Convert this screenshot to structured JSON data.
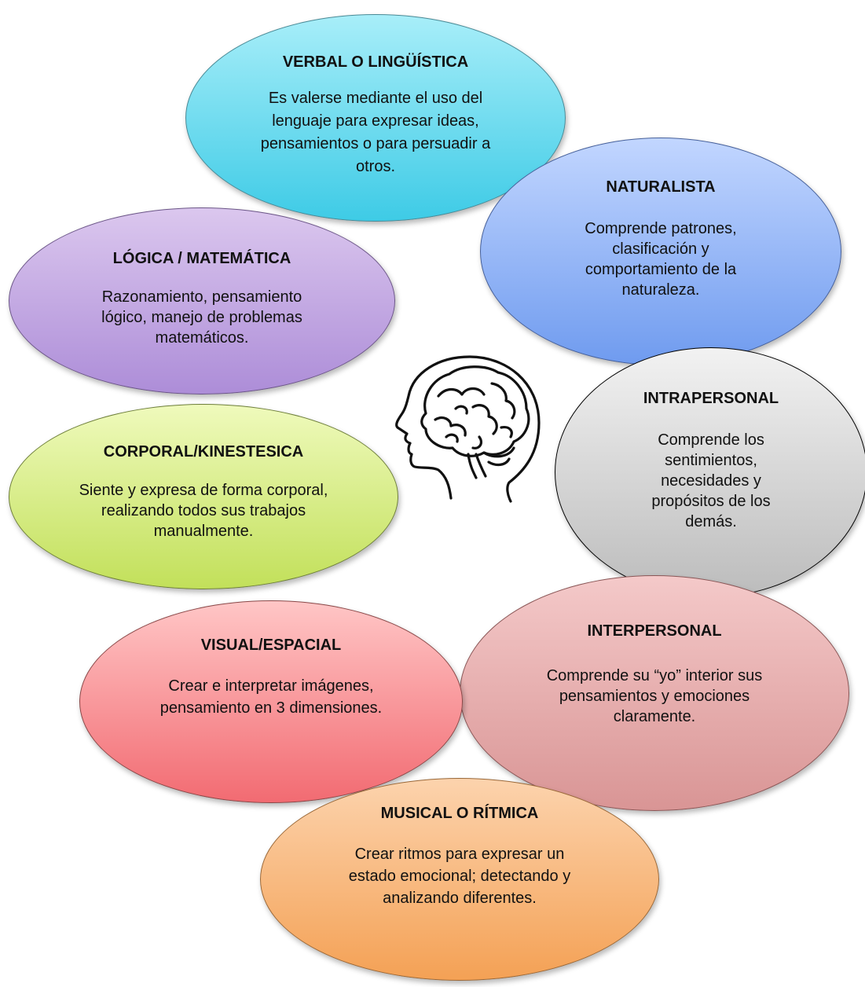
{
  "items": [
    {
      "title": "VERBAL O LINGÜÍSTICA",
      "description": "Es valerse mediante el uso del lenguaje para expresar ideas, pensamientos  o para persuadir a otros.",
      "color": "#3ecbe6"
    },
    {
      "title": "NATURALISTA",
      "description": "Comprende patrones, clasificación y comportamiento de la naturaleza.",
      "color": "#6f9bef"
    },
    {
      "title": "LÓGICA / MATEMÁTICA",
      "description": "Razonamiento, pensamiento lógico, manejo de problemas matemáticos.",
      "color": "#ad8dd8"
    },
    {
      "title": "INTRAPERSONAL",
      "description": "Comprende los sentimientos, necesidades y propósitos de los demás.",
      "color": "#bcbcbc"
    },
    {
      "title": "CORPORAL/KINESTESICA",
      "description": "Siente y expresa de forma corporal, realizando todos sus trabajos manualmente.",
      "color": "#c2e05a"
    },
    {
      "title": "VISUAL/ESPACIAL",
      "description": "Crear e interpretar imágenes, pensamiento en 3 dimensiones.",
      "color": "#f26b72"
    },
    {
      "title": "INTERPERSONAL",
      "description": "Comprende su “yo” interior sus pensamientos y emociones claramente.",
      "color": "#d99595"
    },
    {
      "title": "MUSICAL O RÍTMICA",
      "description": "Crear ritmos para expresar un estado emocional; detectando y analizando diferentes.",
      "color": "#f4a155"
    }
  ],
  "center_icon": "brain-head-icon"
}
